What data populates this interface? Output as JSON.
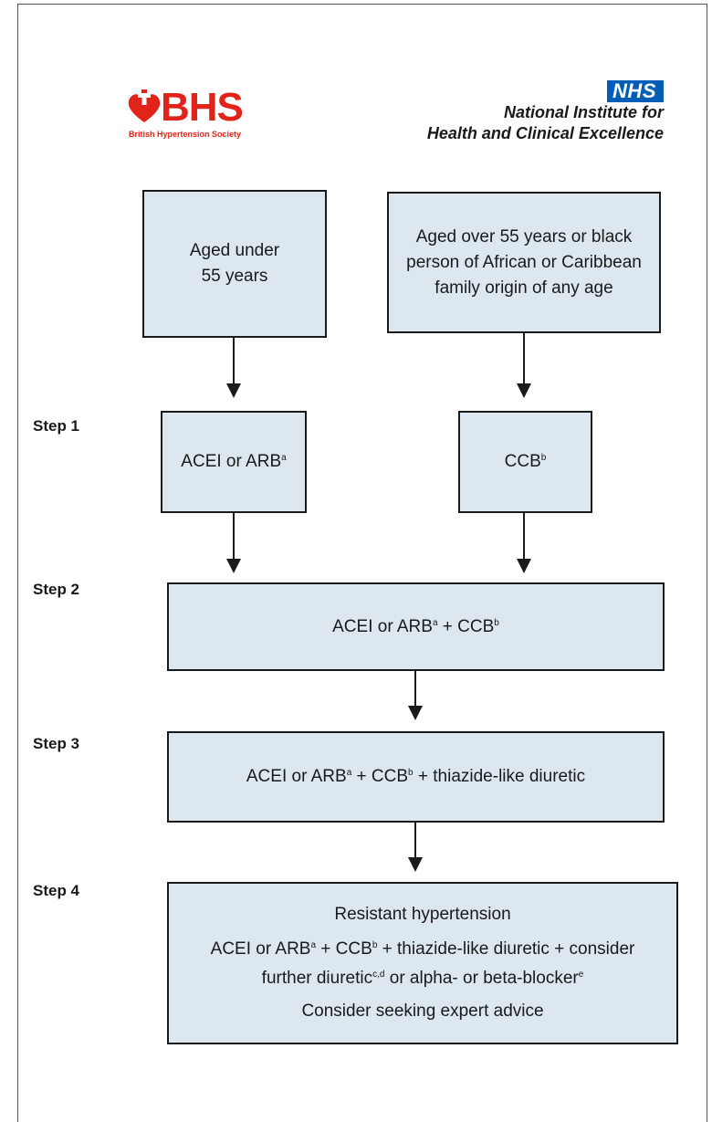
{
  "logos": {
    "bhs": {
      "letters": "BHS",
      "subtitle": "British Hypertension Society",
      "color": "#e2231a"
    },
    "nhs": {
      "badge": "NHS",
      "line1": "National Institute for",
      "line2": "Health and Clinical Excellence",
      "color": "#005eb8"
    }
  },
  "groups": {
    "left": {
      "line1": "Aged under",
      "line2": "55 years"
    },
    "right": {
      "line1": "Aged over 55 years or black",
      "line2": "person of African or Caribbean",
      "line3": "family origin of any age"
    }
  },
  "steps": {
    "s1": {
      "label": "Step 1",
      "left_text": "ACEI or ARB",
      "left_sup": "a",
      "right_text": "CCB",
      "right_sup": "b"
    },
    "s2": {
      "label": "Step 2",
      "t1": "ACEI or ARB",
      "sup1": "a",
      "t2": " + CCB",
      "sup2": "b"
    },
    "s3": {
      "label": "Step 3",
      "t1": "ACEI or ARB",
      "sup1": "a",
      "t2": " + CCB",
      "sup2": "b",
      "t3": " + thiazide-like diuretic"
    },
    "s4": {
      "label": "Step 4",
      "title": "Resistant hypertension",
      "l1_t1": "ACEI or ARB",
      "l1_sup1": "a",
      "l1_t2": " + CCB",
      "l1_sup2": "b",
      "l1_t3": " + thiazide-like diuretic + consider",
      "l2_t1": "further diuretic",
      "l2_sup1": "c,d",
      "l2_t2": " or alpha- or beta-blocker",
      "l2_sup2": "e",
      "advice": "Consider seeking expert advice"
    }
  },
  "colors": {
    "box_fill": "#dce7ef",
    "border": "#1a1a1a"
  }
}
